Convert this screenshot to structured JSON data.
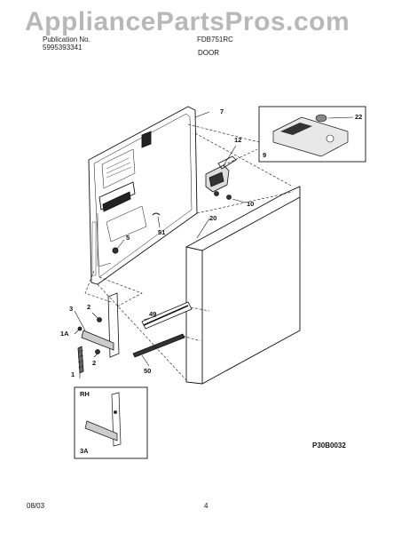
{
  "watermark": "AppliancePartsPros.com",
  "header": {
    "left_line1": "Publication No.",
    "left_line2": "5995393341",
    "right_line1": "FDB751RC",
    "section": "DOOR"
  },
  "callouts": {
    "c7": "7",
    "c12": "12",
    "c22": "22",
    "c9": "9",
    "c10": "10",
    "c20": "20",
    "c5": "5",
    "c51": "51",
    "c3": "3",
    "c2a": "2",
    "c1a": "1A",
    "c2b": "2",
    "c1": "1",
    "c49": "49",
    "c50": "50",
    "crh": "RH",
    "c3a": "3A"
  },
  "diagram_code": "P30B0032",
  "footer": {
    "date": "08/03",
    "page": "4"
  }
}
